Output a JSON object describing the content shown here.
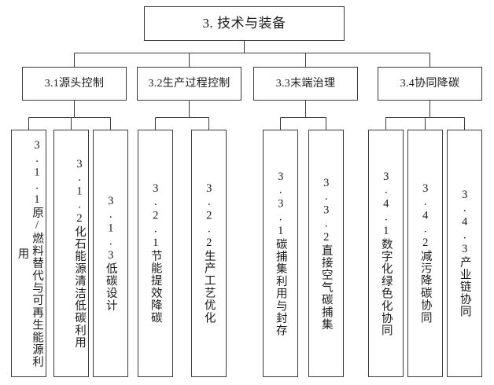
{
  "diagram": {
    "title": "3. 技术与装备",
    "type": "org-tree",
    "orientation": "top-down",
    "levels": 3,
    "colors": {
      "box_border": "#3c3c3c",
      "box_fill": "#ffffff",
      "connector": "#3c3c3c",
      "text": "#1a1a1a",
      "background": "#ffffff"
    },
    "root": {
      "id": "3",
      "label": "3. 技术与装备"
    },
    "branches": [
      {
        "id": "3.1",
        "label": "3.1源头控制",
        "children": [
          {
            "id": "3.1.1",
            "label": "3.1.1原/燃料替代与可再生能源利用"
          },
          {
            "id": "3.1.2",
            "label": "3.1.2化石能源清洁低碳利用"
          },
          {
            "id": "3.1.3",
            "label": "3.1.3低碳设计"
          }
        ]
      },
      {
        "id": "3.2",
        "label": "3.2生产过程控制",
        "children": [
          {
            "id": "3.2.1",
            "label": "3.2.1节能提效降碳"
          },
          {
            "id": "3.2.2",
            "label": "3.2.2生产工艺优化"
          }
        ]
      },
      {
        "id": "3.3",
        "label": "3.3末端治理",
        "children": [
          {
            "id": "3.3.1",
            "label": "3.3.1碳捕集利用与封存"
          },
          {
            "id": "3.3.2",
            "label": "3.3.2直接空气碳捕集"
          }
        ]
      },
      {
        "id": "3.4",
        "label": "3.4协同降碳",
        "children": [
          {
            "id": "3.4.1",
            "label": "3.4.1数字化绿色化协同"
          },
          {
            "id": "3.4.2",
            "label": "3.4.2减污降碳协同"
          },
          {
            "id": "3.4.3",
            "label": "3.4.3产业链协同"
          }
        ]
      }
    ]
  }
}
